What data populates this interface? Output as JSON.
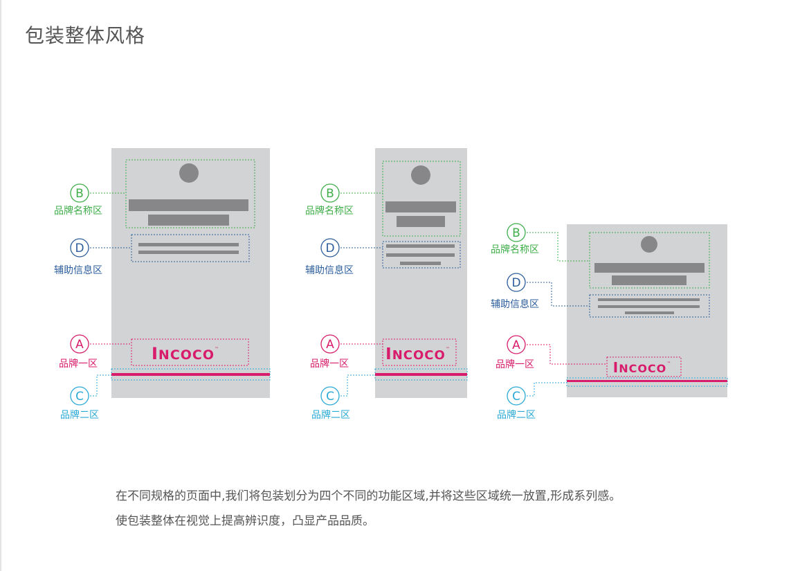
{
  "title": "包装整体风格",
  "description": [
    "在不同规格的页面中,我们将包装划分为四个不同的功能区域,并将这些区域统一放置,形成系列感。",
    "使包装整体在视觉上提高辨识度，凸显产品品质。"
  ],
  "colors": {
    "panel": "#d2d3d5",
    "block": "#878789",
    "zone_b": "#3fae49",
    "zone_d": "#2b5d9c",
    "zone_a": "#d81b6a",
    "zone_c": "#29a9d6",
    "text": "#555555"
  },
  "zones": {
    "b": {
      "letter": "B",
      "label": "品牌名称区",
      "color_key": "zone_b"
    },
    "d": {
      "letter": "D",
      "label": "辅助信息区",
      "color_key": "zone_d"
    },
    "a": {
      "letter": "A",
      "label": "品牌一区",
      "color_key": "zone_a"
    },
    "c": {
      "letter": "C",
      "label": "品牌二区",
      "color_key": "zone_c"
    }
  },
  "brand": {
    "logo_text": "INCOCO",
    "trademark": "™",
    "icon": "incoco-wordmark"
  },
  "layouts": [
    {
      "name": "tall-wide"
    },
    {
      "name": "tall-narrow"
    },
    {
      "name": "short-wide"
    }
  ]
}
